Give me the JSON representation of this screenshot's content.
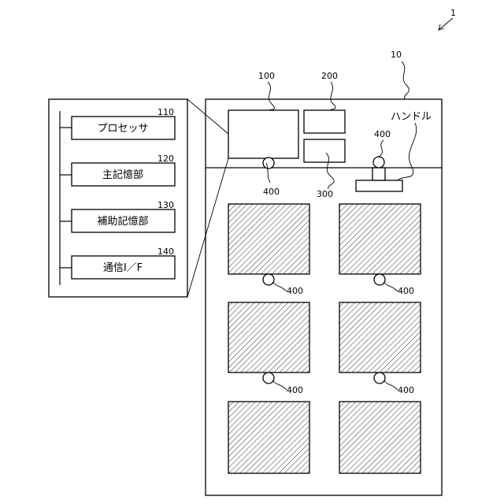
{
  "figure_ref": "1",
  "device": {
    "ref": "10"
  },
  "components": [
    {
      "ref": "100"
    },
    {
      "ref": "200"
    },
    {
      "ref": "300"
    }
  ],
  "handle": {
    "ref": "ハンドル"
  },
  "sensor_ref": "400",
  "modules": [
    {
      "ref": "110",
      "label": "プロセッサ"
    },
    {
      "ref": "120",
      "label": "主記憶部"
    },
    {
      "ref": "130",
      "label": "補助記憶部"
    },
    {
      "ref": "140",
      "label": "通信I／F"
    }
  ]
}
